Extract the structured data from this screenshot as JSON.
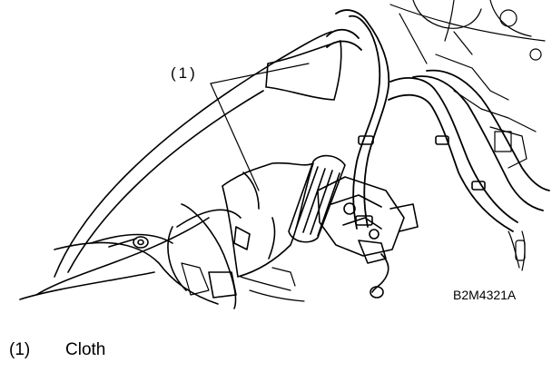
{
  "diagram": {
    "callout_label": "(1)",
    "figure_code": "B2M4321A",
    "legend": [
      {
        "number": "(1)",
        "text": "Cloth"
      }
    ],
    "colors": {
      "line": "#000000",
      "background": "#ffffff"
    }
  }
}
